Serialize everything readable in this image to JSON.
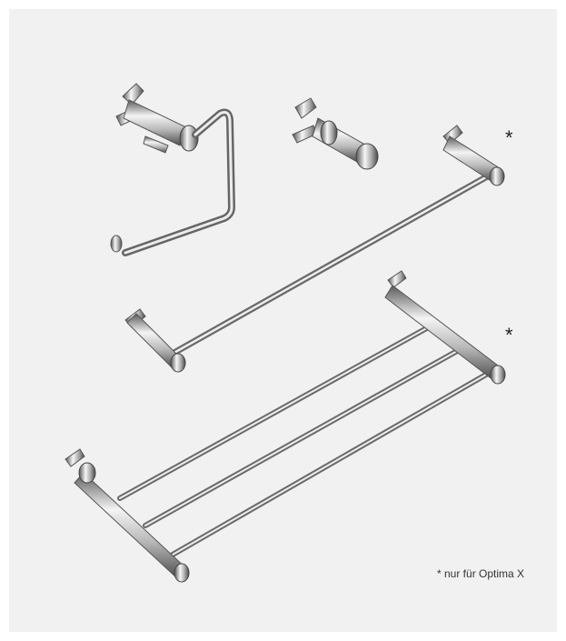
{
  "markers": {
    "asterisk_towel_bar": "*",
    "asterisk_towel_rack": "*"
  },
  "footnote": {
    "text": "* nur für Optima X"
  },
  "colors": {
    "background": "#f1f1f1",
    "chrome_light": "#f4f4f4",
    "chrome_mid": "#b9b9b9",
    "chrome_dark": "#5a5a5a"
  },
  "products": [
    {
      "name": "toilet-roll-holder"
    },
    {
      "name": "robe-hook"
    },
    {
      "name": "single-towel-bar"
    },
    {
      "name": "triple-towel-rack"
    }
  ]
}
